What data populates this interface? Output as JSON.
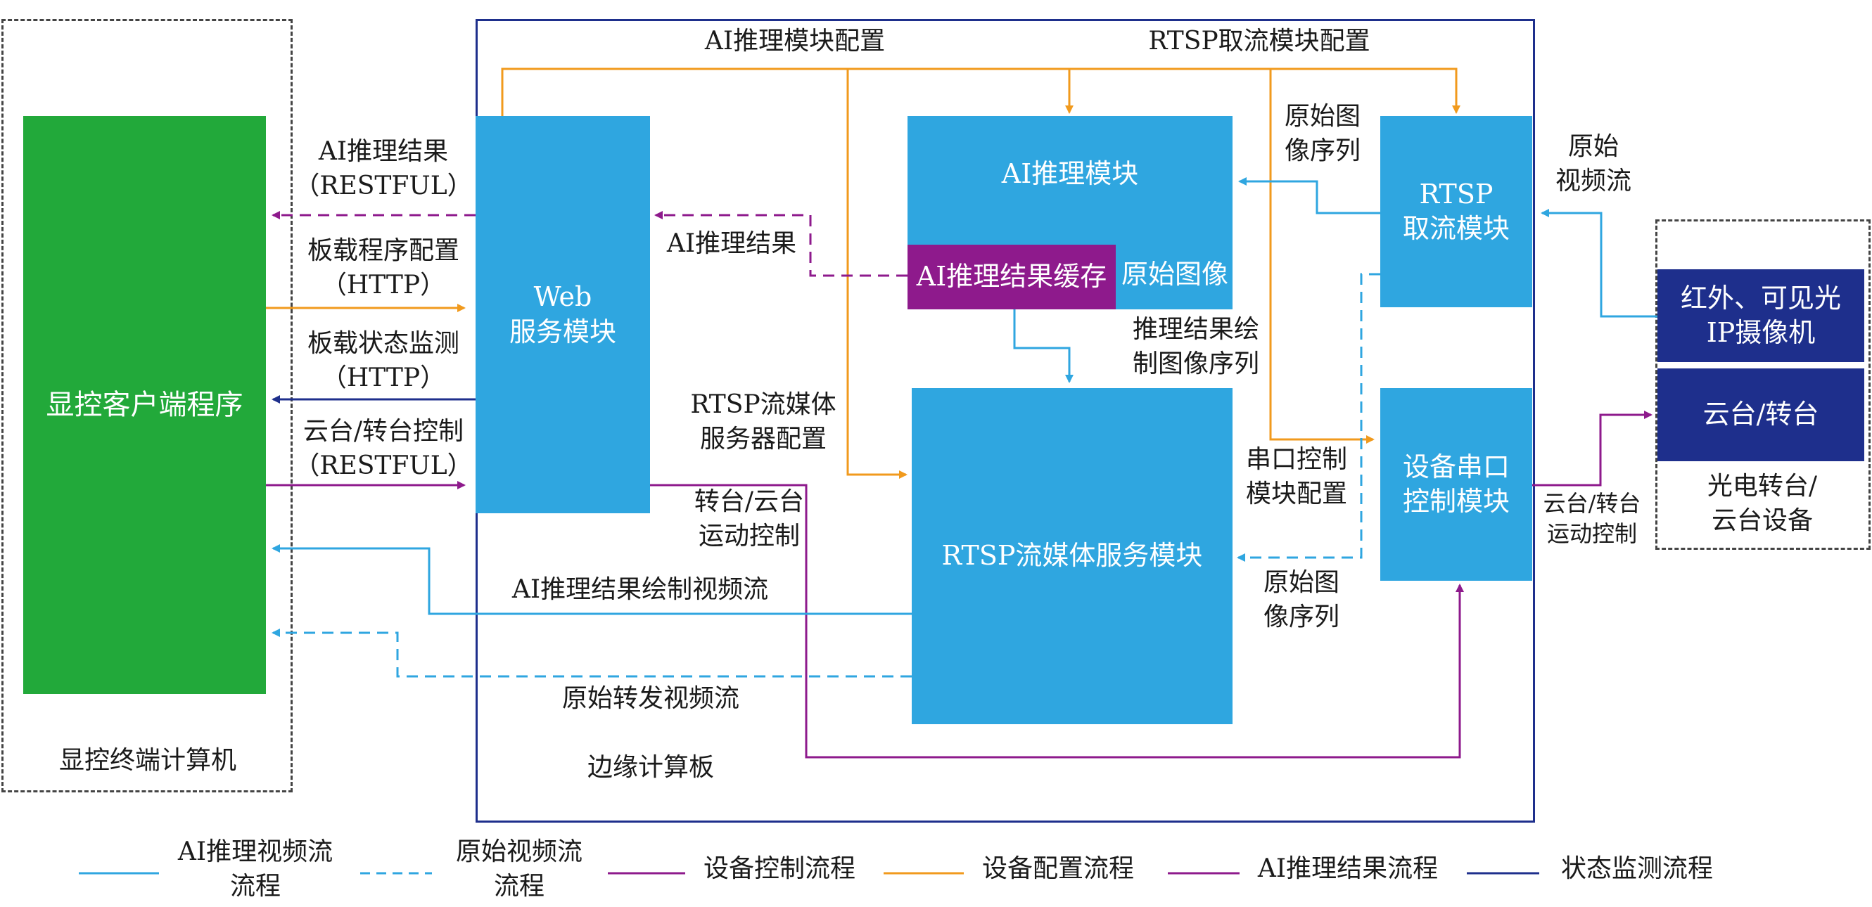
{
  "regions": {
    "terminal": "显控终端计算机",
    "edge": "边缘计算板",
    "device": "光电转台/\n云台设备"
  },
  "boxes": {
    "client": "显控客户端程序",
    "web": "Web\n服务模块",
    "ai": "AI推理模块",
    "ai_cache": "AI推理结果缓存",
    "rtsp_pull": "RTSP\n取流模块",
    "rtsp_server": "RTSP流媒体服务模块",
    "serial": "设备串口\n控制模块",
    "camera": "红外、可见光\nIP摄像机",
    "ptz": "云台/转台"
  },
  "labels": {
    "ai_result_restful": "AI推理结果\n（RESTFUL）",
    "board_config_http": "板载程序配置\n（HTTP）",
    "board_status_http": "板载状态监测\n（HTTP）",
    "ptz_control_restful": "云台/转台控制\n（RESTFUL）",
    "ai_result": "AI推理结果",
    "ai_config": "AI推理模块配置",
    "rtsp_pull_config": "RTSP取流模块配置",
    "raw_image_seq_top": "原始图\n像序列",
    "raw_video_stream": "原始\n视频流",
    "raw_image": "原始图像",
    "draw_seq": "推理结果绘\n制图像序列",
    "rtsp_server_config": "RTSP流媒体\n服务器配置",
    "turntable_motion": "转台/云台\n运动控制",
    "serial_config": "串口控制\n模块配置",
    "raw_image_seq_bottom": "原始图\n像序列",
    "ptz_motion": "云台/转台\n运动控制",
    "ai_draw_video": "AI推理结果绘制视频流",
    "raw_forward_video": "原始转发视频流"
  },
  "legend": [
    {
      "label": "AI推理视频流\n流程",
      "color": "#2fa6e0",
      "style": "solid"
    },
    {
      "label": "原始视频流\n流程",
      "color": "#2fa6e0",
      "style": "dashed"
    },
    {
      "label": "设备控制流程",
      "color": "#8e1a8c",
      "style": "solid"
    },
    {
      "label": "设备配置流程",
      "color": "#f19a1d",
      "style": "solid"
    },
    {
      "label": "AI推理结果流程",
      "color": "#8e1a8c",
      "style": "solid"
    },
    {
      "label": "状态监测流程",
      "color": "#1e2f8c",
      "style": "solid"
    }
  ],
  "colors": {
    "ai_video": "#2fa6e0",
    "device_control": "#8e1a8c",
    "device_config": "#f19a1d",
    "status": "#1e2f8c"
  }
}
